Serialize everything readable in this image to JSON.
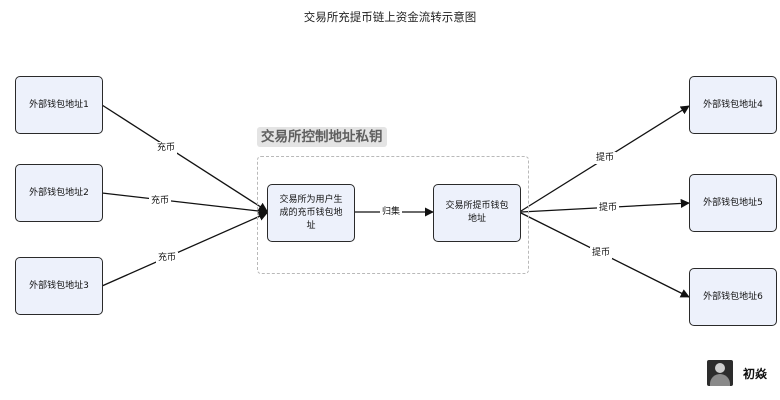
{
  "title": "交易所充提币链上资金流转示意图",
  "group_label": "交易所控制地址私钥",
  "nodes": {
    "ext1": "外部钱包地址1",
    "ext2": "外部钱包地址2",
    "ext3": "外部钱包地址3",
    "deposit": "交易所为用户生成的充币钱包地址",
    "withdraw": "交易所提币钱包地址",
    "ext4": "外部钱包地址4",
    "ext5": "外部钱包地址5",
    "ext6": "外部钱包地址6"
  },
  "edges": {
    "deposit1": "充币",
    "deposit2": "充币",
    "deposit3": "充币",
    "sweep": "归集",
    "withdraw4": "提币",
    "withdraw5": "提币",
    "withdraw6": "提币"
  },
  "author": {
    "name": "初焱",
    "avatar_icon": "person-avatar-icon"
  },
  "colors": {
    "node_fill": "#edf1fb",
    "node_border": "#2a2a2a",
    "group_border": "#b9b9b9",
    "group_label_bg": "#e4e4e4"
  }
}
